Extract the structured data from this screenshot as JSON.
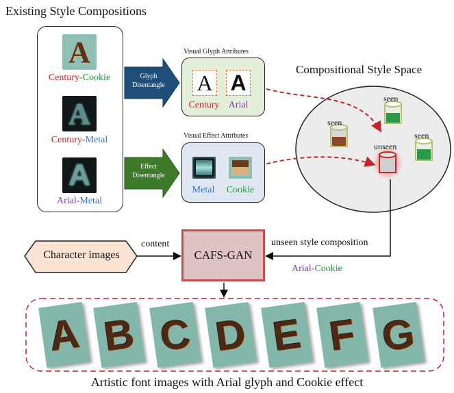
{
  "title": "Existing Style Compositions",
  "compositions": [
    {
      "glyph": "Century",
      "sep": "-",
      "effect": "Cookie",
      "glyph_color": "#c0272d",
      "effect_color": "#1a9a3a"
    },
    {
      "glyph": "Century",
      "sep": "-",
      "effect": "Metal",
      "glyph_color": "#c0272d",
      "effect_color": "#3b6fc4"
    },
    {
      "glyph": "Arial",
      "sep": "-",
      "effect": "Metal",
      "glyph_color": "#7b3fa0",
      "effect_color": "#3b6fc4"
    }
  ],
  "tile_letter": "A",
  "arrows": {
    "glyph_disentangle": [
      "Glyph",
      "Disentangle"
    ],
    "effect_disentangle": [
      "Effect",
      "Disentangle"
    ]
  },
  "glyph_box": {
    "title": "Visual Glyph Attributes",
    "letter": "A",
    "items": [
      "Century",
      "Arial"
    ]
  },
  "effect_box": {
    "title": "Visual Effect Attributes",
    "items": [
      "Metal",
      "Cookie"
    ]
  },
  "space": {
    "title": "Compositional Style Space",
    "seen": [
      "seen",
      "seen",
      "seen"
    ],
    "unseen": "unseen"
  },
  "input": {
    "label": "Character images",
    "edge": "content"
  },
  "model": {
    "label": "CAFS-GAN",
    "edge": "unseen style composition"
  },
  "query": {
    "glyph": "Arial",
    "sep": "-",
    "effect": "Cookie"
  },
  "outputs": [
    "A",
    "B",
    "C",
    "D",
    "E",
    "F",
    "G"
  ],
  "caption": "Artistic font images with Arial glyph and Cookie effect",
  "colors": {
    "red": "#c0272d",
    "green": "#1a9a3a",
    "blue": "#3b6fc4",
    "purple": "#7b3fa0",
    "navy": "#1f4e79",
    "darkgreen": "#3d7a2a",
    "model_fill": "#dfc3c3",
    "model_border": "#c0504d",
    "input_fill": "#fbe3d3"
  }
}
